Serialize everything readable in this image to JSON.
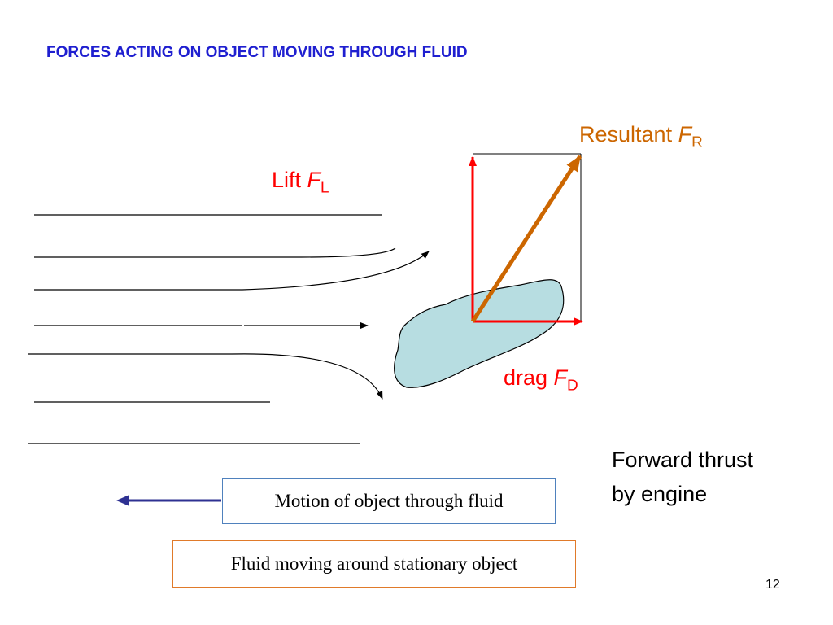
{
  "slide": {
    "title": "FORCES ACTING ON OBJECT MOVING THROUGH FLUID",
    "page_number": "12"
  },
  "labels": {
    "lift": {
      "text": "Lift ",
      "symbol": "F",
      "subscript": "L"
    },
    "resultant": {
      "text": "Resultant ",
      "symbol": "F",
      "subscript": "R"
    },
    "drag": {
      "text": "drag ",
      "symbol": "F",
      "subscript": "D"
    },
    "thrust_line1": "Forward thrust",
    "thrust_line2": "by engine"
  },
  "boxes": {
    "motion": "Motion of object through fluid",
    "fluid": "Fluid moving around stationary object"
  },
  "colors": {
    "title": "#1f1fd0",
    "lift_drag": "#ff0000",
    "resultant": "#cc6600",
    "object_fill": "#b7dde1",
    "motion_arrow": "#2e3192",
    "motion_box_border": "#4f81bd",
    "fluid_box_border": "#e07a2a"
  }
}
